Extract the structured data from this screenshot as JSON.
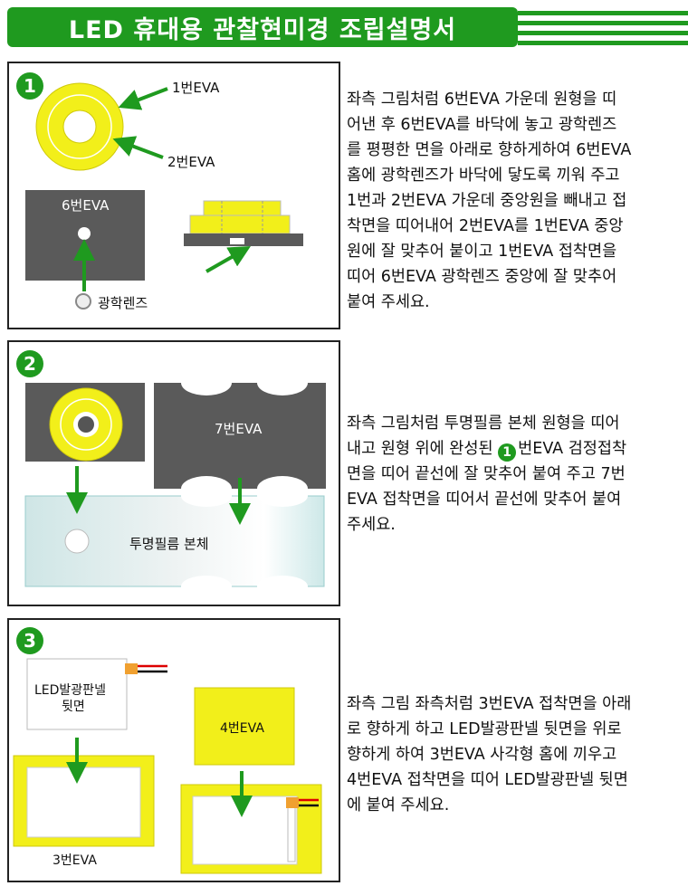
{
  "title": "LED 휴대용 관찰현미경 조립설명서",
  "colors": {
    "accent": "#1f9a1f",
    "eva_yellow": "#f2ef1a",
    "eva_gray": "#5a5a5a"
  },
  "steps": [
    {
      "number": "1",
      "labels": {
        "eva1": "1번EVA",
        "eva2": "2번EVA",
        "eva6": "6번EVA",
        "lens": "광학렌즈"
      },
      "text_lines": [
        "좌측 그림처럼 6번EVA 가운데 원형을 띠",
        "어낸 후 6번EVA를 바닥에 놓고 광학렌즈",
        "를 평평한 면을 아래로 향하게하여 6번EVA",
        "홈에 광학렌즈가 바닥에 닿도록 끼워 주고",
        "1번과 2번EVA 가운데 중앙원을 빼내고 접",
        "착면을 띠어내어 2번EVA를 1번EVA 중앙",
        "원에 잘 맞추어 붙이고 1번EVA 접착면을",
        "띠어 6번EVA 광학렌즈 중앙에 잘 맞추어",
        "붙여 주세요."
      ]
    },
    {
      "number": "2",
      "labels": {
        "eva7": "7번EVA",
        "film": "투명필름 본체"
      },
      "text_lines": [
        "좌측 그림처럼 투명필름 본체 원형을 띠어"
      ],
      "text_line2_pre": "내고 원형 위에 완성된 ",
      "text_line2_badge": "1",
      "text_line2_post": "번EVA 검정접착",
      "text_lines_rest": [
        "면을 띠어 끝선에 잘 맞추어 붙여 주고 7번",
        "EVA 접착면을 띠어서 끝선에 맞추어 붙여",
        "주세요."
      ]
    },
    {
      "number": "3",
      "labels": {
        "panel_back": "LED발광판넬",
        "panel_back2": "뒷면",
        "eva3": "3번EVA",
        "eva4": "4번EVA"
      },
      "text_lines": [
        "좌측 그림 좌측처럼 3번EVA 접착면을 아래",
        "로 향하게 하고 LED발광판넬 뒷면을 위로",
        "향하게 하여 3번EVA 사각형 홈에 끼우고",
        "4번EVA 접착면을 띠어 LED발광판넬 뒷면",
        "에 붙여 주세요."
      ]
    }
  ]
}
